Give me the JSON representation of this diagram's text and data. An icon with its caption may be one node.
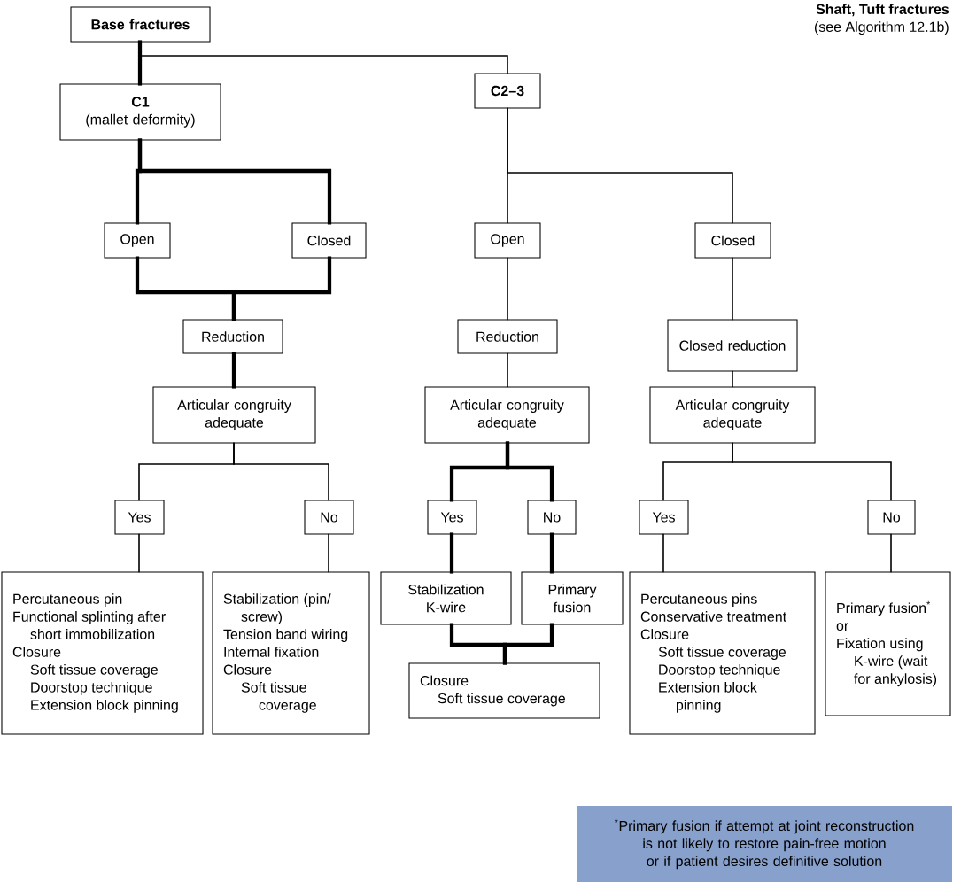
{
  "diagram": {
    "nodes": [
      {
        "text": [
          "Base fractures"
        ]
      },
      {
        "text": [
          "C1",
          "(mallet deformity)"
        ]
      },
      {
        "text": [
          "C2–3"
        ]
      },
      {
        "text": [
          "Open"
        ]
      },
      {
        "text": [
          "Closed"
        ]
      },
      {
        "text": [
          "Reduction"
        ]
      },
      {
        "text": [
          "Articular congruity adequate"
        ]
      },
      {
        "text": [
          "Yes"
        ]
      },
      {
        "text": [
          "No"
        ]
      },
      {
        "text": [
          "Percutaneous pin",
          "Functional splinting after short immobilization",
          "Closure",
          "Soft tissue coverage",
          "Doorstop technique",
          "Extension block pinning"
        ]
      },
      {
        "text": [
          "Stabilization (pin/ screw)",
          "Tension band wiring",
          "Internal fixation",
          "Closure",
          "Soft tissue coverage"
        ]
      },
      {
        "text": [
          "Open"
        ]
      },
      {
        "text": [
          "Closed"
        ]
      },
      {
        "text": [
          "Reduction"
        ]
      },
      {
        "text": [
          "Closed reduction"
        ]
      },
      {
        "text": [
          "Articular congruity adequate"
        ]
      },
      {
        "text": [
          "Articular congruity adequate"
        ]
      },
      {
        "text": [
          "Yes"
        ]
      },
      {
        "text": [
          "No"
        ]
      },
      {
        "text": [
          "Stabilization K-wire"
        ]
      },
      {
        "text": [
          "Primary fusion"
        ]
      },
      {
        "text": [
          "Closure",
          "Soft tissue coverage"
        ]
      },
      {
        "text": [
          "Yes"
        ]
      },
      {
        "text": [
          "No"
        ]
      },
      {
        "text": [
          "Percutaneous pins",
          "Conservative treatment",
          "Closure",
          "Soft tissue coverage",
          "Doorstop technique",
          "Extension block pinning"
        ]
      },
      {
        "text": [
          "Primary fusion$^{*}$",
          "or",
          "Fixation using K-wire (wait for ankylosis)"
        ]
      },
      {
        "text": [
          "$^{*}$Primary fusion if attempt at joint reconstruction is not likely to restore pain-free motion or if patient desires definitive solution"
        ]
      }
    ],
    "edges": [
      {
        "from": 0,
        "to": 1,
        "arrow": "none",
        "style": "thick"
      },
      {
        "from": 0,
        "to": 2,
        "arrow": "none"
      },
      {
        "from": 1,
        "to": 3,
        "arrow": "none",
        "style": "thick"
      },
      {
        "from": 1,
        "to": 4,
        "arrow": "none",
        "style": "thick"
      },
      {
        "from": 3,
        "to": 5,
        "arrow": "none",
        "style": "thick"
      },
      {
        "from": 4,
        "to": 5,
        "arrow": "none",
        "style": "thick"
      },
      {
        "from": 5,
        "to": 6,
        "arrow": "none",
        "style": "thick"
      },
      {
        "from": 6,
        "to": 7,
        "arrow": "none"
      },
      {
        "from": 6,
        "to": 8,
        "arrow": "none"
      },
      {
        "from": 7,
        "to": 9,
        "arrow": "none"
      },
      {
        "from": 8,
        "to": 10,
        "arrow": "none"
      },
      {
        "from": 2,
        "to": 11,
        "arrow": "none"
      },
      {
        "from": 2,
        "to": 12,
        "arrow": "none"
      },
      {
        "from": 11,
        "to": 13,
        "arrow": "none"
      },
      {
        "from": 12,
        "to": 14,
        "arrow": "none"
      },
      {
        "from": 13,
        "to": 15,
        "arrow": "none"
      },
      {
        "from": 14,
        "to": 16,
        "arrow": "none"
      },
      {
        "from": 15,
        "to": 17,
        "arrow": "none",
        "style": "thick"
      },
      {
        "from": 15,
        "to": 18,
        "arrow": "none",
        "style": "thick"
      },
      {
        "from": 17,
        "to": 19,
        "arrow": "none",
        "style": "thick"
      },
      {
        "from": 18,
        "to": 20,
        "arrow": "none",
        "style": "thick"
      },
      {
        "from": 19,
        "to": 21,
        "arrow": "none",
        "style": "thick"
      },
      {
        "from": 20,
        "to": 21,
        "arrow": "none",
        "style": "thick"
      },
      {
        "from": 16,
        "to": 22,
        "arrow": "none"
      },
      {
        "from": 16,
        "to": 23,
        "arrow": "none"
      },
      {
        "from": 22,
        "to": 24,
        "arrow": "none"
      },
      {
        "from": 23,
        "to": 25,
        "arrow": "none"
      }
    ],
    "labels": [
      "Shaft, Tuft fractures",
      "(see Algorithm 12.1b)"
    ]
  }
}
